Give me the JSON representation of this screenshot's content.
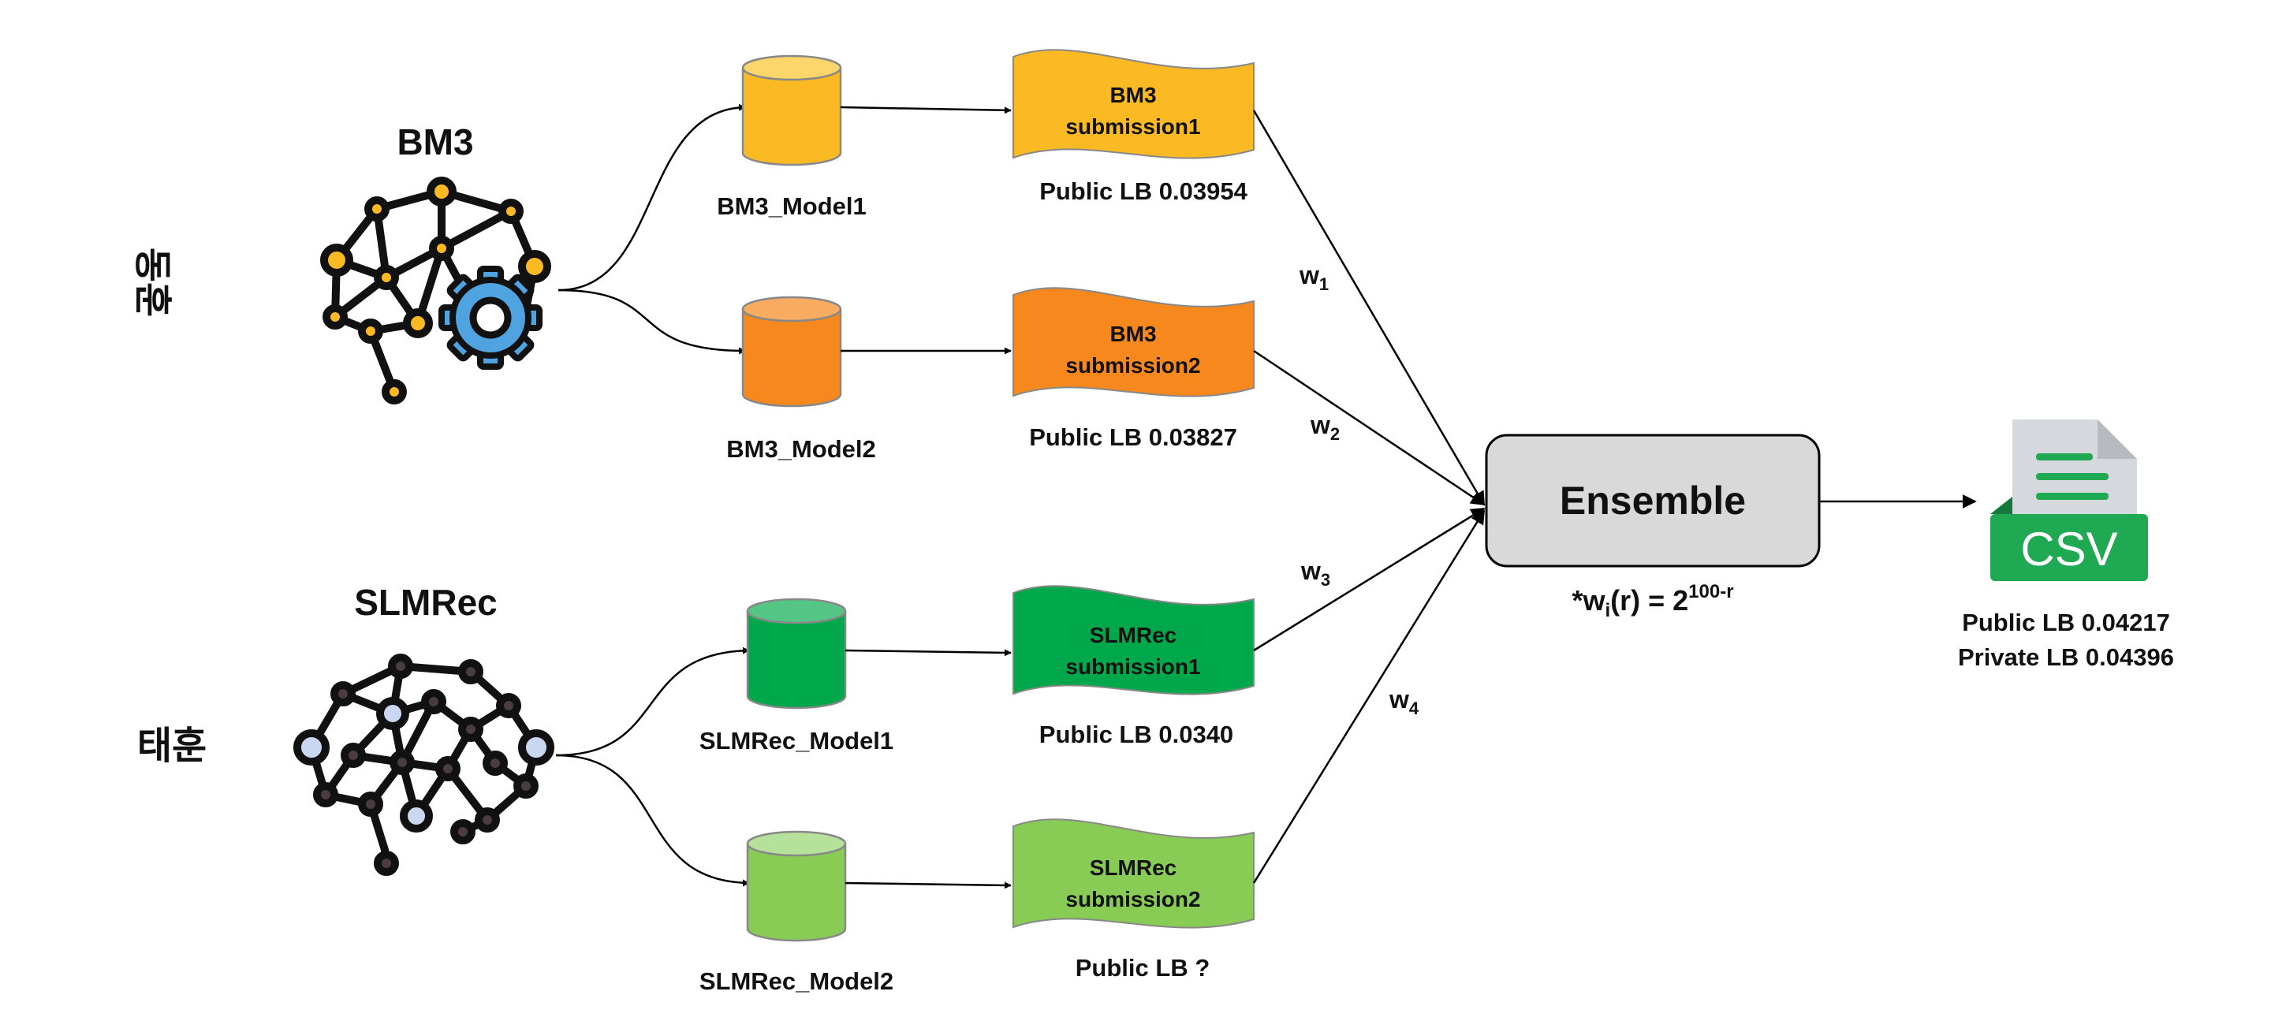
{
  "groups": [
    {
      "title": "BM3",
      "member": "동훈",
      "models": [
        {
          "name": "BM3_Model1",
          "sub_l1": "BM3",
          "sub_l2": "submission1",
          "lb": "Public LB 0.03954",
          "weight": "w",
          "weight_sub": "1"
        },
        {
          "name": "BM3_Model2",
          "sub_l1": "BM3",
          "sub_l2": "submission2",
          "lb": "Public LB 0.03827",
          "weight": "w",
          "weight_sub": "2"
        }
      ]
    },
    {
      "title": "SLMRec",
      "member": "태훈",
      "models": [
        {
          "name": "SLMRec_Model1",
          "sub_l1": "SLMRec",
          "sub_l2": "submission1",
          "lb": "Public LB 0.0340",
          "weight": "w",
          "weight_sub": "3"
        },
        {
          "name": "SLMRec_Model2",
          "sub_l1": "SLMRec",
          "sub_l2": "submission2",
          "lb": "Public LB ?",
          "weight": "w",
          "weight_sub": "4"
        }
      ]
    }
  ],
  "ensemble": {
    "label": "Ensemble",
    "formula_prefix": "*w",
    "formula_sub": "i",
    "formula_mid": "(r) = 2",
    "formula_sup": "100-r"
  },
  "output": {
    "icon_text": "CSV",
    "public_lb": "Public LB 0.04217",
    "private_lb": "Private LB 0.04396"
  },
  "colors": {
    "model1_bm3": "#FBBA23",
    "model2_bm3": "#F7881D",
    "model1_slm": "#00A84B",
    "model2_slm": "#88CC55",
    "ensemble_fill": "#D9D9D9",
    "csv_green": "#1FA952"
  }
}
